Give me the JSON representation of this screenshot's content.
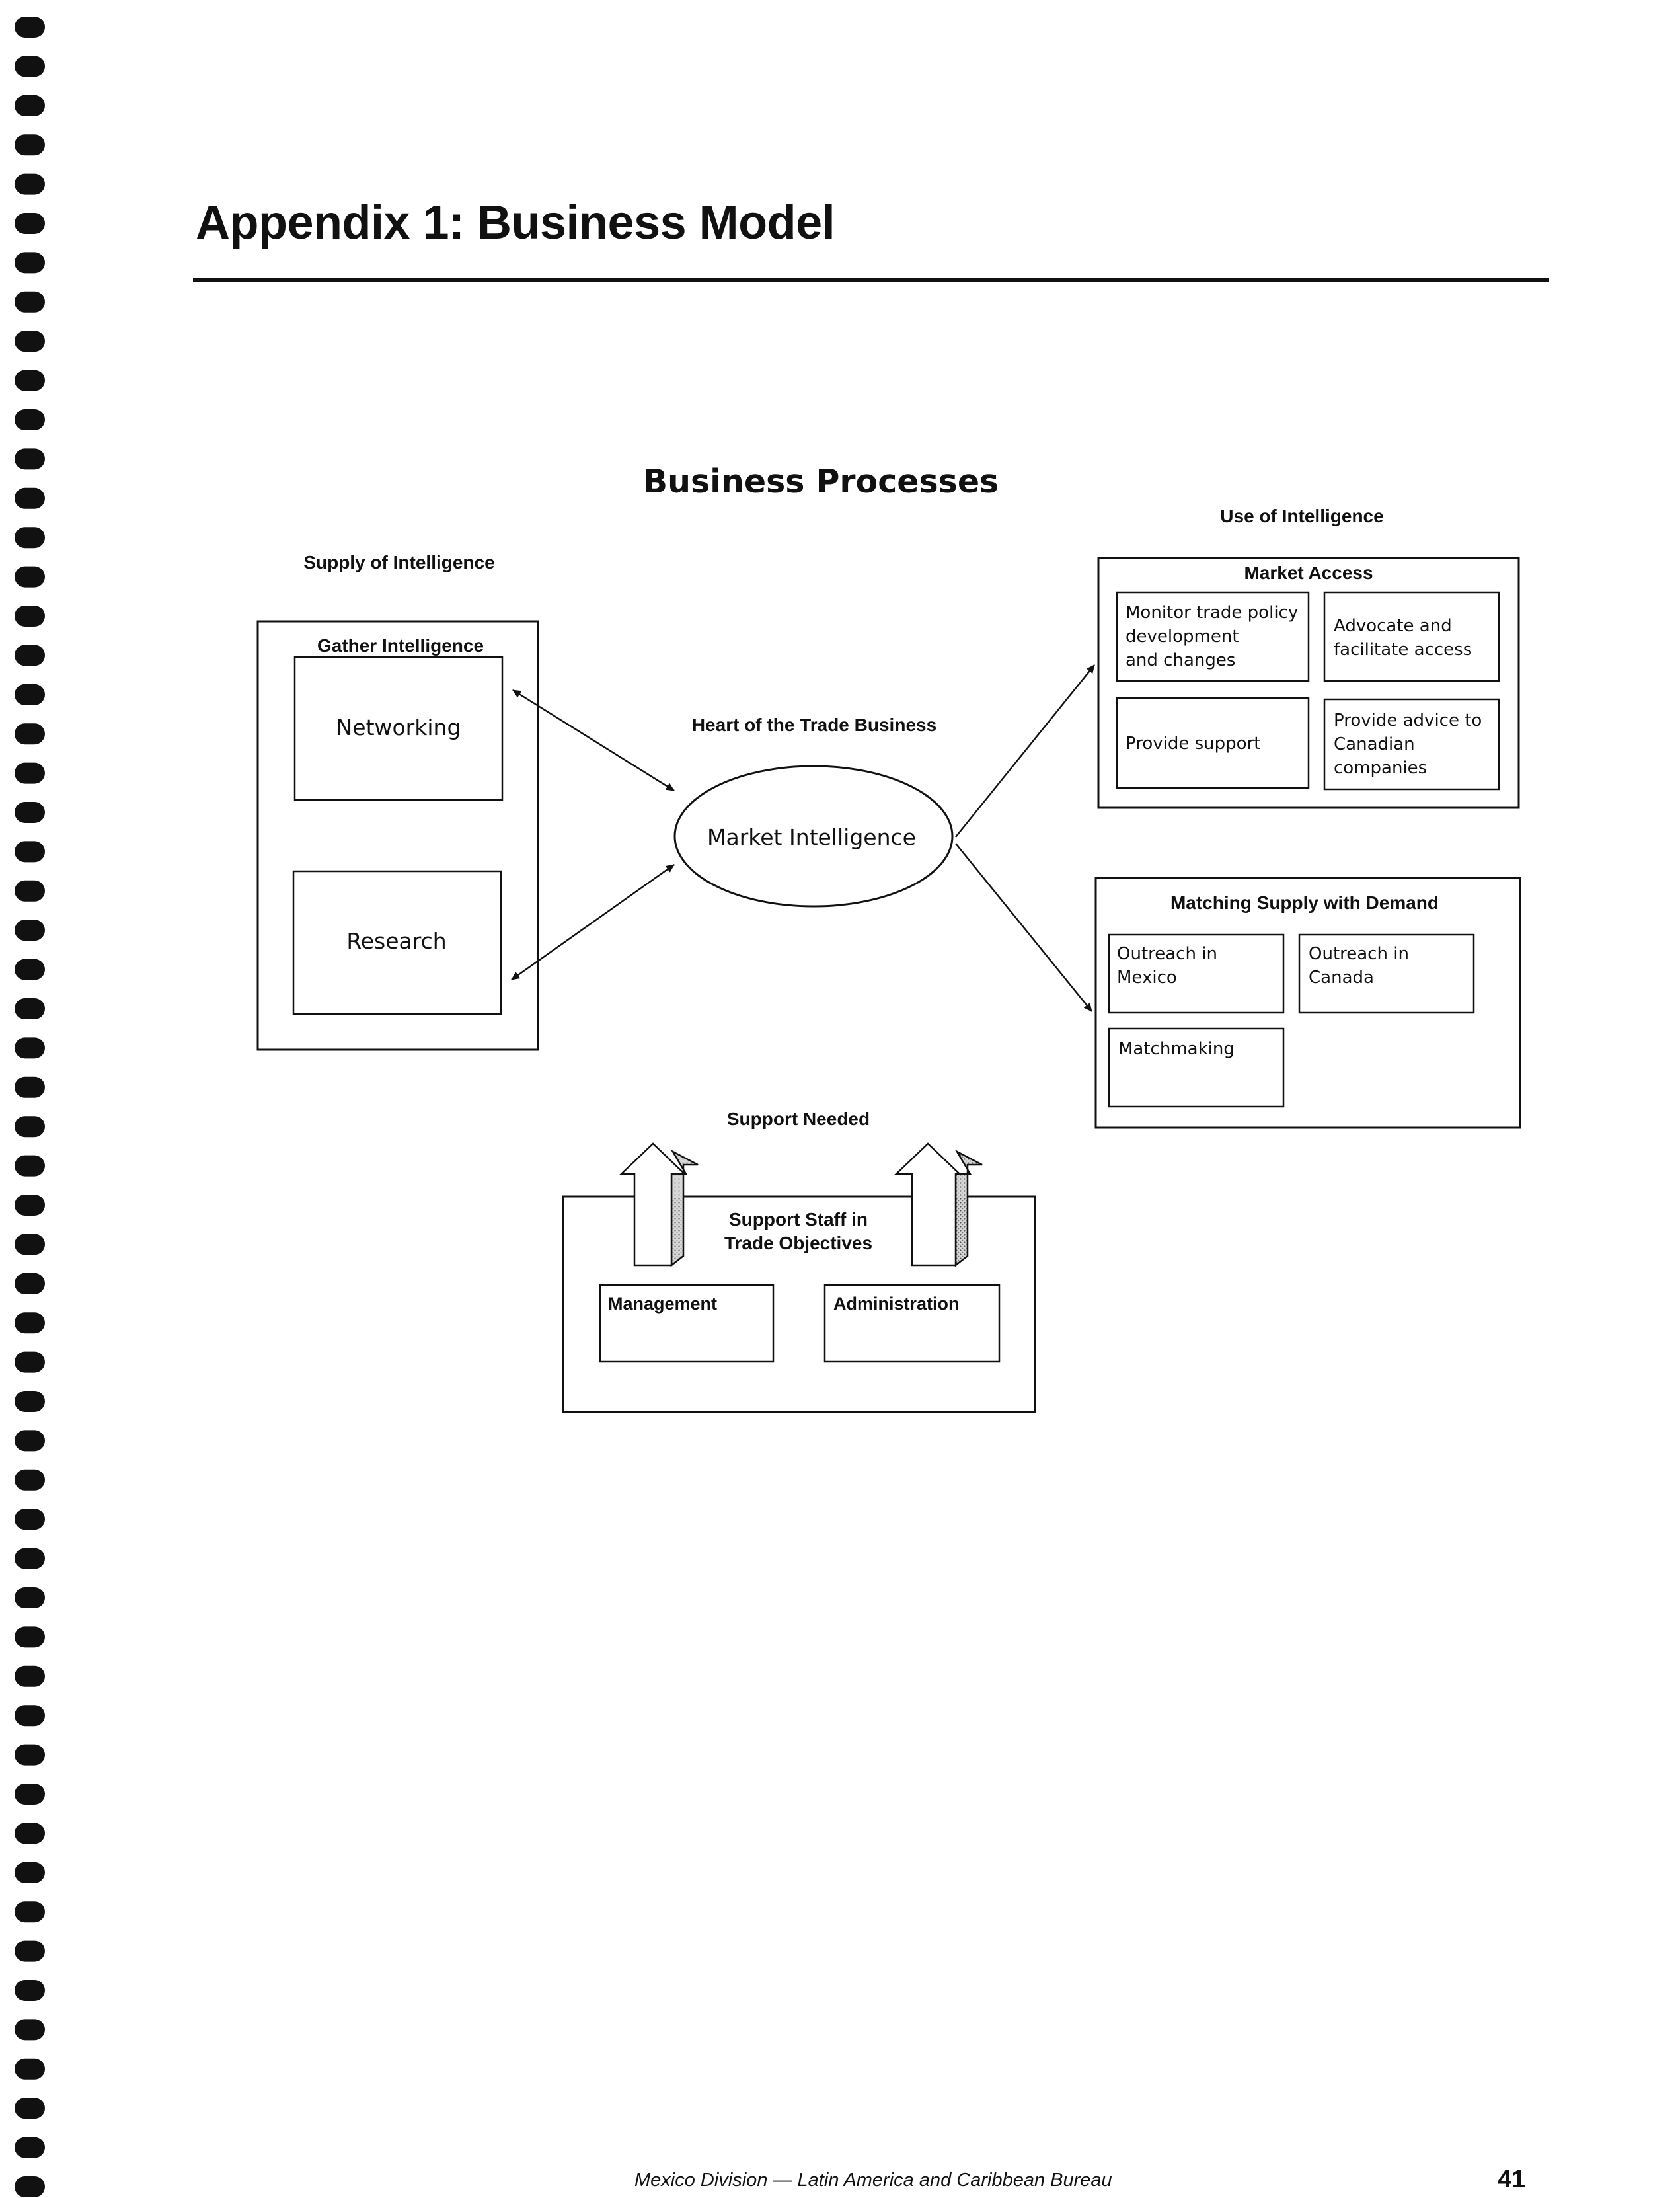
{
  "page": {
    "title": "Appendix 1: Business Model",
    "footer": "Mexico Division — Latin America and Caribbean Bureau",
    "page_number": "41"
  },
  "diagram": {
    "title": "Business Processes",
    "supply": {
      "heading": "Supply of Intelligence",
      "group_label": "Gather Intelligence",
      "items": [
        "Networking",
        "Research"
      ]
    },
    "heart": {
      "heading": "Heart of the Trade Business",
      "center": "Market Intelligence"
    },
    "use": {
      "heading": "Use of Intelligence",
      "market_access": {
        "label": "Market Access",
        "items": [
          [
            "Monitor trade policy",
            "development",
            "and changes"
          ],
          [
            "Advocate and",
            "facilitate access"
          ],
          [
            "Provide support"
          ],
          [
            "Provide advice to",
            "Canadian",
            "companies"
          ]
        ]
      },
      "matching": {
        "label": "Matching Supply with Demand",
        "items": [
          [
            "Outreach in",
            "Mexico"
          ],
          [
            "Outreach in",
            "Canada"
          ],
          [
            "Matchmaking"
          ]
        ]
      }
    },
    "support": {
      "heading": "Support Needed",
      "label_lines": [
        "Support Staff in",
        "Trade Objectives"
      ],
      "items": [
        "Management",
        "Administration"
      ]
    }
  }
}
